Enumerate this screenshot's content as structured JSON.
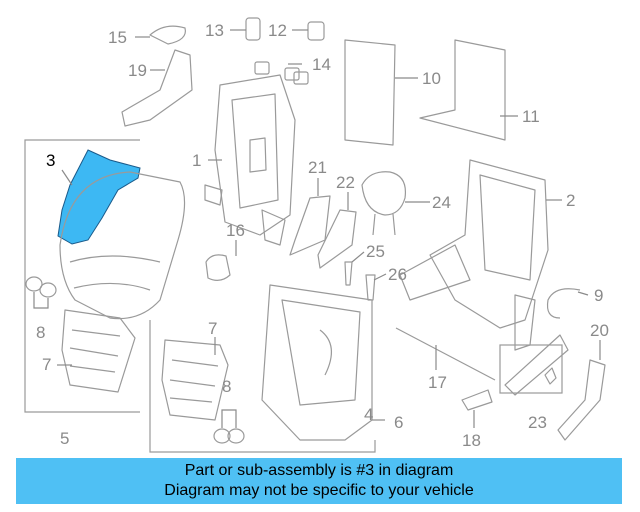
{
  "colors": {
    "highlight": "#3db8f3",
    "banner": "#4fc0f4",
    "line": "#9a9a9a",
    "label": "#8a8a8a"
  },
  "callouts": {
    "c1": "1",
    "c2": "2",
    "c3": "3",
    "c4": "4",
    "c5": "5",
    "c6": "6",
    "c7a": "7",
    "c7b": "7",
    "c8a": "8",
    "c8b": "8",
    "c9": "9",
    "c10": "10",
    "c11": "11",
    "c12": "12",
    "c13": "13",
    "c14": "14",
    "c15": "15",
    "c16": "16",
    "c17": "17",
    "c18": "18",
    "c19": "19",
    "c20": "20",
    "c21": "21",
    "c22": "22",
    "c23": "23",
    "c24": "24",
    "c25": "25",
    "c26": "26"
  },
  "banner": {
    "line1": "Part or sub-assembly is #3 in diagram",
    "line2": "Diagram may not be specific to your vehicle"
  }
}
